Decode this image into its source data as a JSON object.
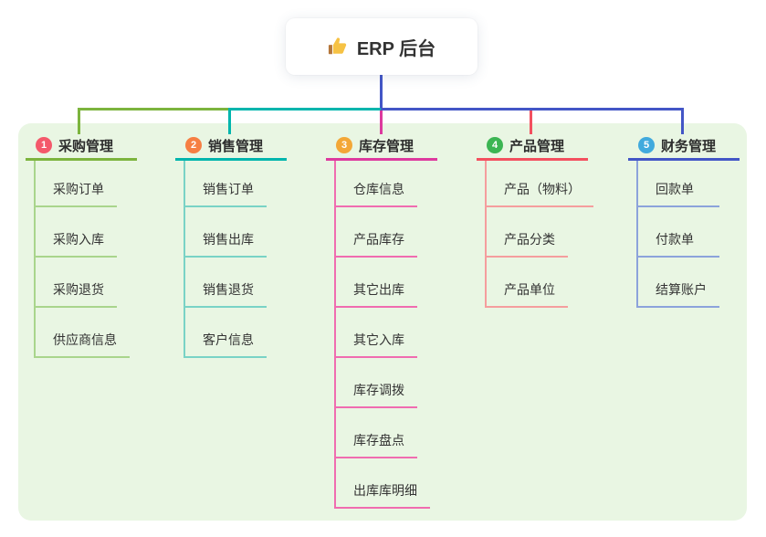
{
  "root": {
    "label": "ERP 后台",
    "icon": "thumbs-up",
    "icon_color": "#f6c244",
    "icon_cuff_color": "#b5763a"
  },
  "colors": {
    "canvas_bg": "#ffffff",
    "panel_bg": "#e9f6e3",
    "card_bg": "#ffffff",
    "text": "#333333",
    "root_line": "#4356c6"
  },
  "branches": [
    {
      "index": "1",
      "label": "采购管理",
      "color": "#7cb43e",
      "child_color": "#a9d58c",
      "badge_color": "#f4596b",
      "children": [
        "采购订单",
        "采购入库",
        "采购退货",
        "供应商信息"
      ]
    },
    {
      "index": "2",
      "label": "销售管理",
      "color": "#00b5ad",
      "child_color": "#79d3c6",
      "badge_color": "#f67f43",
      "children": [
        "销售订单",
        "销售出库",
        "销售退货",
        "客户信息"
      ]
    },
    {
      "index": "3",
      "label": "库存管理",
      "color": "#dd3a9e",
      "child_color": "#f06cb0",
      "badge_color": "#f3a737",
      "children": [
        "仓库信息",
        "产品库存",
        "其它出库",
        "其它入库",
        "库存调拨",
        "库存盘点",
        "出库库明细"
      ]
    },
    {
      "index": "4",
      "label": "产品管理",
      "color": "#f3505f",
      "child_color": "#f59e9e",
      "badge_color": "#3cb553",
      "children": [
        "产品（物料）",
        "产品分类",
        "产品单位"
      ]
    },
    {
      "index": "5",
      "label": "财务管理",
      "color": "#4356c6",
      "child_color": "#8ca3db",
      "badge_color": "#41aadd",
      "children": [
        "回款单",
        "付款单",
        "结算账户"
      ]
    }
  ]
}
